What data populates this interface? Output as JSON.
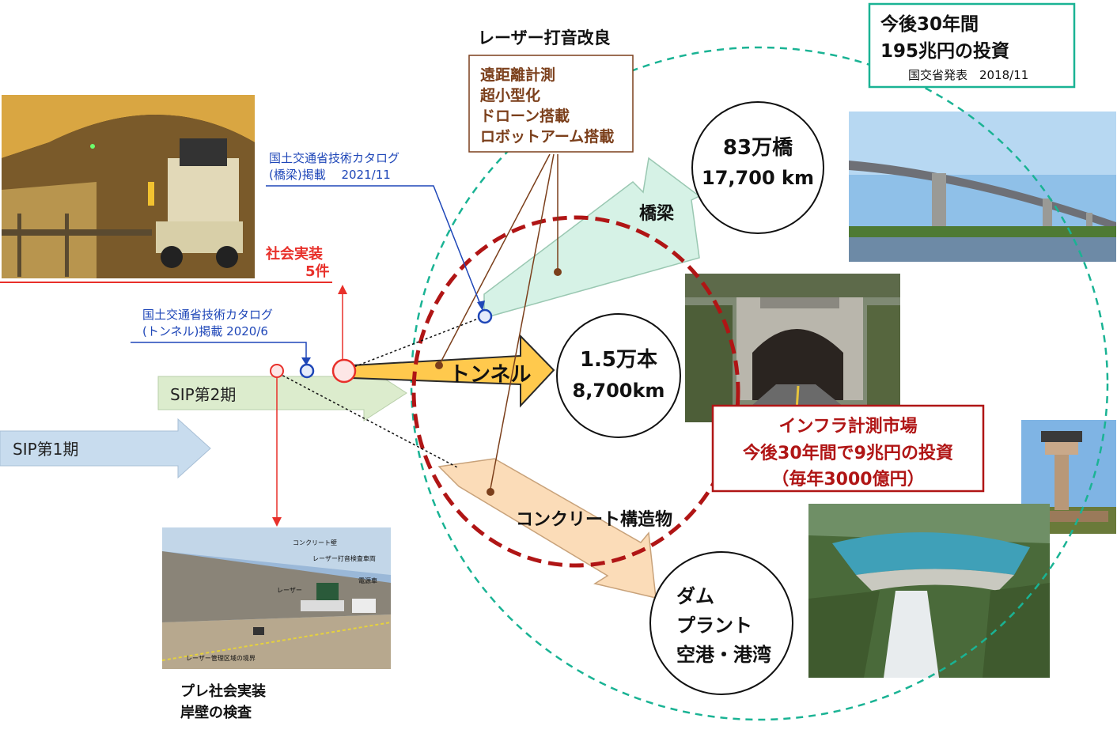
{
  "laser_improvement": {
    "title": "レーザー打音改良",
    "items": [
      "遠距離計測",
      "超小型化",
      "ドローン搭載",
      "ロボットアーム搭載"
    ]
  },
  "investment": {
    "line1": "今後30年間",
    "line2": "195兆円の投資",
    "source": "国交省発表　2018/11"
  },
  "catalog_bridge": {
    "line1": "国土交通省技術カタログ",
    "line2": "(橋梁)掲載　 2021/11"
  },
  "catalog_tunnel": {
    "line1": "国土交通省技術カタログ",
    "line2": "(トンネル)掲載  2020/6"
  },
  "social": {
    "line1": "社会実装",
    "line2": "5件"
  },
  "phases": {
    "sip1": "SIP第1期",
    "sip2": "SIP第2期"
  },
  "targets": {
    "bridge": {
      "label": "橋梁",
      "line1": "83万橋",
      "line2": "17,700 km"
    },
    "tunnel": {
      "label": "トンネル",
      "line1": "1.5万本",
      "line2": "8,700km"
    },
    "concrete": {
      "label": "コンクリート構造物",
      "line1": "ダム",
      "line2": "プラント",
      "line3": "空港・港湾"
    }
  },
  "market": {
    "line1": "インフラ計測市場",
    "line2": "今後30年間で9兆円の投資",
    "line3": "（毎年3000億円）"
  },
  "pre_social": {
    "line1": "プレ社会実装",
    "line2": "岸壁の検査"
  },
  "quay_photo_labels": {
    "wall": "コンクリート壁",
    "vehicle": "レーザー打音検査車両",
    "power": "電源車",
    "laser": "レーザー",
    "boundary": "レーザー管理区域の境界"
  },
  "colors": {
    "teal": "#1ab394",
    "dark_red": "#b01515",
    "brown": "#7b3f1b",
    "blue": "#1f47b8",
    "red": "#e8302a",
    "tunnel_arrow": "#ffc94d",
    "bridge_arrow": "#d6f2e6",
    "concrete_arrow": "#fbdcb8",
    "sip1_arrow": "#c8dcee",
    "sip2_arrow": "#dceccd"
  }
}
